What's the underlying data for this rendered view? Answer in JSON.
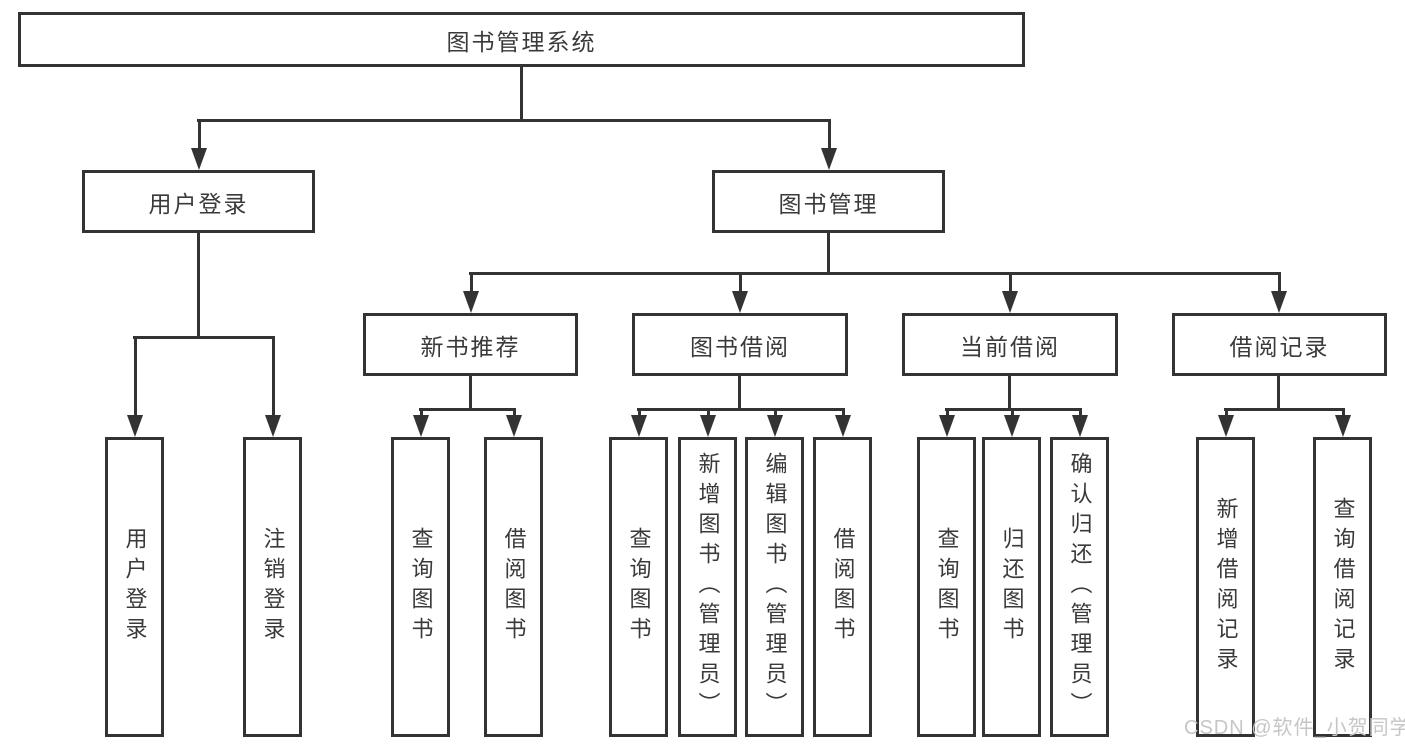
{
  "title": "图书管理系统",
  "tree": {
    "root": {
      "label": "图书管理系统",
      "children": [
        {
          "label": "用户登录",
          "children": [
            {
              "label": "用户登录"
            },
            {
              "label": "注销登录"
            }
          ]
        },
        {
          "label": "图书管理",
          "children": [
            {
              "label": "新书推荐",
              "children": [
                {
                  "label": "查询图书"
                },
                {
                  "label": "借阅图书"
                }
              ]
            },
            {
              "label": "图书借阅",
              "children": [
                {
                  "label": "查询图书"
                },
                {
                  "label": "新增图书（管理员）"
                },
                {
                  "label": "编辑图书（管理员）"
                },
                {
                  "label": "借阅图书"
                }
              ]
            },
            {
              "label": "当前借阅",
              "children": [
                {
                  "label": "查询图书"
                },
                {
                  "label": "归还图书"
                },
                {
                  "label": "确认归还（管理员）"
                }
              ]
            },
            {
              "label": "借阅记录",
              "children": [
                {
                  "label": "新增借阅记录"
                },
                {
                  "label": "查询借阅记录"
                }
              ]
            }
          ]
        }
      ]
    }
  },
  "watermark": {
    "text": "CSDN @软件_小贺同学"
  },
  "colors": {
    "line": "#333333",
    "text": "#3a3a3a",
    "background": "#ffffff",
    "watermark": "#c6c6c6"
  }
}
